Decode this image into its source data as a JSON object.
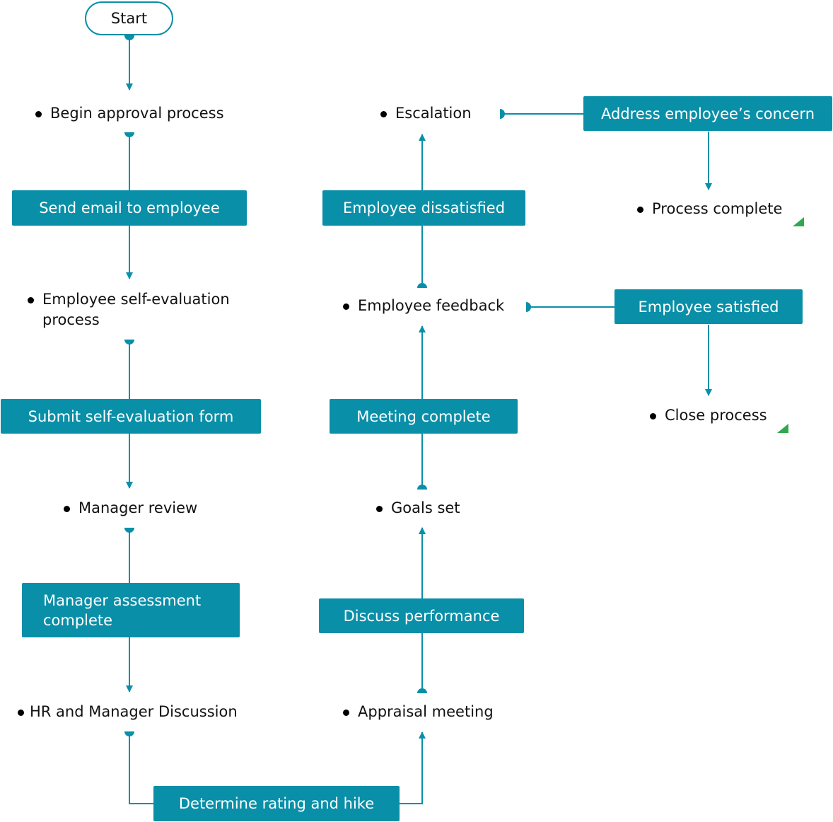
{
  "diagram": {
    "start": "Start",
    "states": {
      "begin_approval": "Begin approval process",
      "self_evaluation": "Employee self-evaluation process",
      "manager_review": "Manager review",
      "hr_manager_discussion": "HR and Manager Discussion",
      "appraisal_meeting": "Appraisal meeting",
      "goals_set": "Goals set",
      "employee_feedback": "Employee feedback",
      "escalation": "Escalation",
      "process_complete": "Process complete",
      "close_process": "Close process"
    },
    "transitions": {
      "send_email": "Send email to employee",
      "submit_form": "Submit self-evaluation form",
      "manager_assessment": "Manager assessment complete",
      "determine_rating": "Determine rating and hike",
      "discuss_performance": "Discuss performance",
      "meeting_complete": "Meeting complete",
      "employee_dissatisfied": "Employee dissatisfied",
      "address_concern": "Address employee’s concern",
      "employee_satisfied": "Employee satisfied"
    },
    "colors": {
      "transition_box": "#0a8fa8",
      "connector": "#0a8fa8",
      "end_marker": "#2fa84f"
    }
  }
}
